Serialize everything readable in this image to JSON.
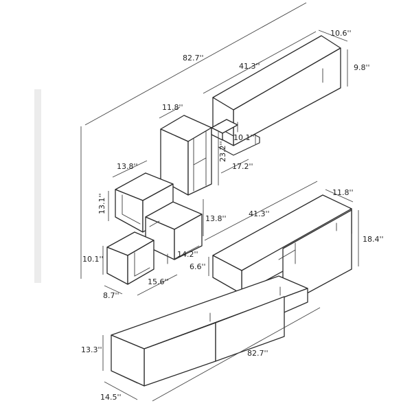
{
  "colors": {
    "line": "#2a2a2a",
    "background": "#ffffff",
    "shade": "#ececec"
  },
  "labels": {
    "top_depth": "10.6''",
    "top_width": "82.7''",
    "top_cabinet_width": "41.3''",
    "top_cabinet_height": "9.8''",
    "tall_shelf_width": "11.8''",
    "shelf_gap_height": "10.1''",
    "tall_shelf_height": "23.2''",
    "shelf_span": "17.2''",
    "cube_width": "13.8''",
    "cube_height": "13.1''",
    "cube_offset_height": "13.8''",
    "cube_stack_width": "14.2''",
    "low_cube_height": "10.1''",
    "low_cube_width": "15.6''",
    "cube_depth": "8.7''",
    "mid_cabinet_width": "41.3''",
    "mid_cabinet_depth": "11.8''",
    "mid_cabinet_height": "18.4''",
    "mid_cabinet_drop": "6.6''",
    "tv_unit_height": "13.3''",
    "tv_unit_width": "82.7''",
    "tv_unit_depth": "14.5''"
  }
}
